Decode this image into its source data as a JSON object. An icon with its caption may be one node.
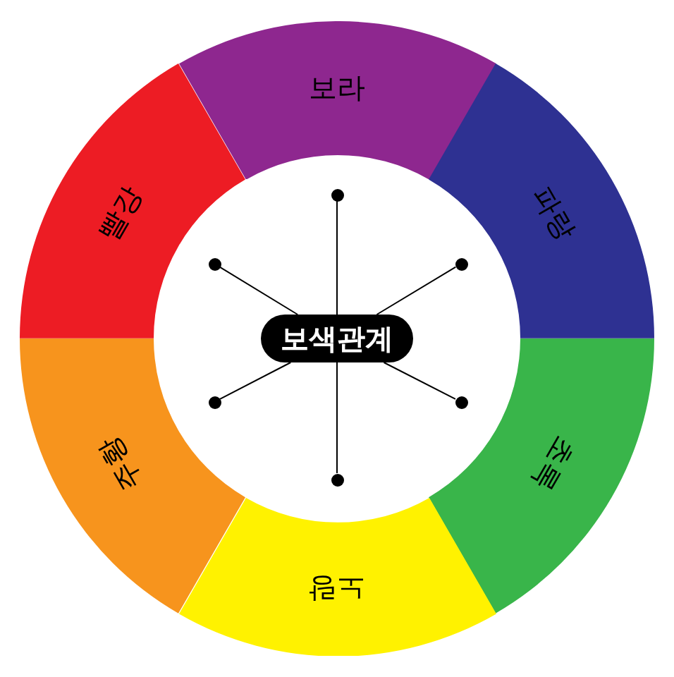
{
  "diagram": {
    "nodes": [
      {
        "text": [
          "보라"
        ]
      },
      {
        "text": [
          "파랑"
        ]
      },
      {
        "text": [
          "초록"
        ]
      },
      {
        "text": [
          "노랑"
        ]
      },
      {
        "text": [
          "주황"
        ]
      },
      {
        "text": [
          "빨강"
        ]
      },
      {
        "text": [
          "보색관계"
        ]
      },
      {
        "text": [],
        "shape": "circle"
      },
      {
        "text": [],
        "shape": "circle"
      },
      {
        "text": [],
        "shape": "circle"
      },
      {
        "text": [],
        "shape": "circle"
      },
      {
        "text": [],
        "shape": "circle"
      },
      {
        "text": [],
        "shape": "circle"
      }
    ],
    "edges": [
      {
        "from": 7,
        "to": 6,
        "arrow": "none"
      },
      {
        "from": 8,
        "to": 6,
        "arrow": "none"
      },
      {
        "from": 9,
        "to": 6,
        "arrow": "none"
      },
      {
        "from": 10,
        "to": 6,
        "arrow": "none"
      },
      {
        "from": 11,
        "to": 6,
        "arrow": "none"
      },
      {
        "from": 12,
        "to": 6,
        "arrow": "none"
      }
    ]
  }
}
